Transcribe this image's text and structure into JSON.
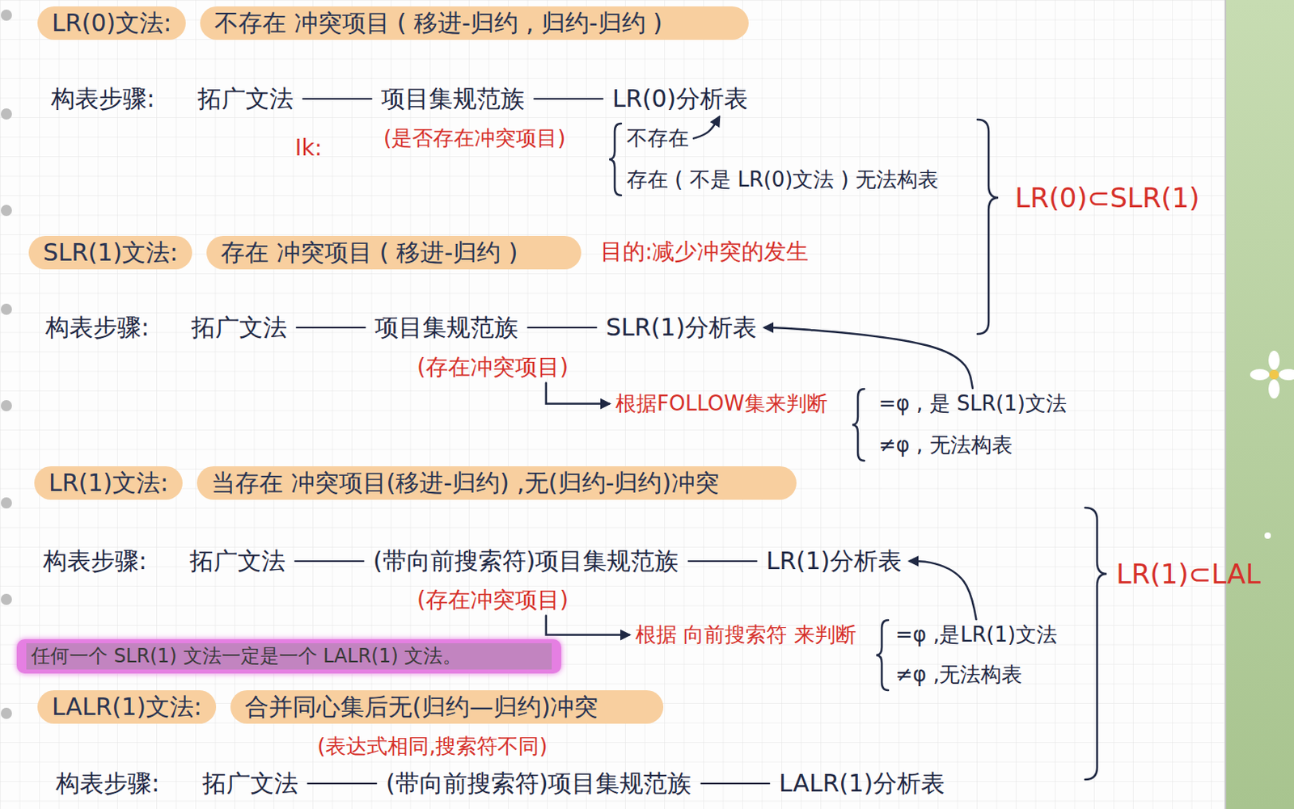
{
  "diagram": {
    "nodes": [
      {
        "text": [
          "LR(0)文法:"
        ]
      },
      {
        "text": [
          "不存在 冲突项目 ( 移进-归约 , 归约-归约 )"
        ]
      },
      {
        "text": [
          "拓广文法"
        ]
      },
      {
        "text": [
          "项目集规范族"
        ]
      },
      {
        "text": [
          "LR(0)分析表"
        ]
      },
      {
        "text": [
          "不存在"
        ]
      },
      {
        "text": [
          "SLR(1)文法:"
        ]
      },
      {
        "text": [
          "存在 冲突项目 ( 移进-归约 )"
        ]
      },
      {
        "text": [
          "拓广文法"
        ]
      },
      {
        "text": [
          "项目集规范族"
        ]
      },
      {
        "text": [
          "SLR(1)分析表"
        ]
      },
      {
        "text": [
          "(存在冲突项目)"
        ]
      },
      {
        "text": [
          "根据FOLLOW集来判断"
        ]
      },
      {
        "text": [
          "=φ , 是 SLR(1)文法"
        ]
      },
      {
        "text": [
          "LR(1)文法:"
        ]
      },
      {
        "text": [
          "当存在 冲突项目(移进-归约) ,无(归约-归约)冲突"
        ]
      },
      {
        "text": [
          "拓广文法"
        ]
      },
      {
        "text": [
          "(带向前搜索符)项目集规范族"
        ]
      },
      {
        "text": [
          "LR(1)分析表"
        ]
      },
      {
        "text": [
          "(存在冲突项目)"
        ]
      },
      {
        "text": [
          "根据 向前搜索符 来判断"
        ]
      },
      {
        "text": [
          "=φ ,是LR(1)文法"
        ]
      },
      {
        "text": [
          "任何一个 SLR(1) 文法一定是一个 LALR(1) 文法。"
        ]
      },
      {
        "text": [
          "LALR(1)文法:"
        ]
      },
      {
        "text": [
          "合并同心集后无(归约—归约)冲突"
        ]
      },
      {
        "text": [
          "拓广文法"
        ]
      },
      {
        "text": [
          "(带向前搜索符)项目集规范族"
        ]
      },
      {
        "text": [
          "LALR(1)分析表"
        ]
      }
    ],
    "edges": [
      {
        "from": 2,
        "to": 3,
        "arrow": "none"
      },
      {
        "from": 3,
        "to": 4,
        "arrow": "none"
      },
      {
        "from": 5,
        "to": 4,
        "arrow": "to"
      },
      {
        "from": 8,
        "to": 9,
        "arrow": "none"
      },
      {
        "from": 9,
        "to": 10,
        "arrow": "none"
      },
      {
        "from": 11,
        "to": 12,
        "arrow": "to"
      },
      {
        "from": 13,
        "to": 10,
        "arrow": "to"
      },
      {
        "from": 16,
        "to": 17,
        "arrow": "none"
      },
      {
        "from": 17,
        "to": 18,
        "arrow": "none"
      },
      {
        "from": 19,
        "to": 20,
        "arrow": "to"
      },
      {
        "from": 21,
        "to": 18,
        "arrow": "to"
      },
      {
        "from": 25,
        "to": 26,
        "arrow": "none"
      },
      {
        "from": 26,
        "to": 27,
        "arrow": "none"
      }
    ],
    "labels": [
      "构表步骤:",
      "Ik:",
      "(是否存在冲突项目)",
      "存在 ( 不是 LR(0)文法 ) 无法构表",
      "LR(0)⊂SLR(1)",
      "目的:减少冲突的发生",
      "构表步骤:",
      "≠φ , 无法构表",
      "构表步骤:",
      "LR(1)⊂LAL",
      "≠φ ,无法构表",
      "(表达式相同,搜索符不同)",
      "构表步骤:"
    ]
  }
}
